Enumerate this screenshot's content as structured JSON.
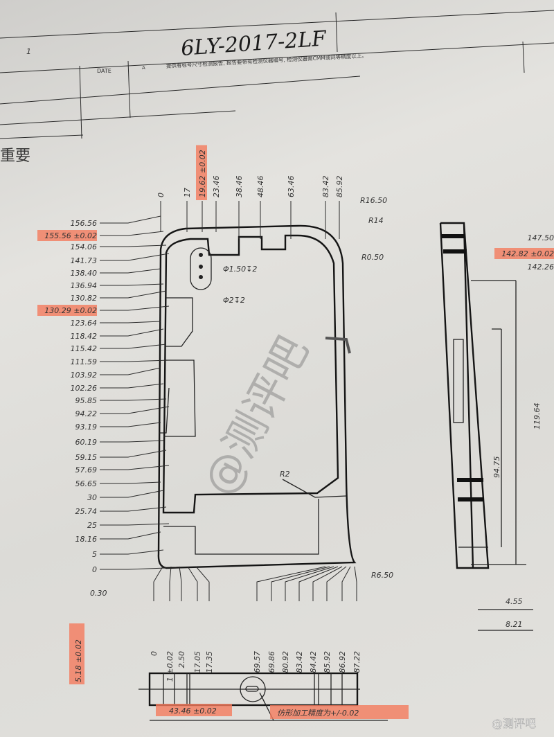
{
  "header": {
    "row_number": "1",
    "date_label": "DATE",
    "revision": "A",
    "note": "提供有标号尺寸检测报告, 报告要带有检测仪器编号, 检测仪器需CMM或同等精度以上。",
    "handwritten_code": "6LY-2017-2LF"
  },
  "heading": "重要",
  "top_dims": [
    "0",
    "17",
    "19.62 ±0.02",
    "23.46",
    "38.46",
    "48.46",
    "63.46",
    "83.42",
    "85.92"
  ],
  "left_dims": [
    "156.56",
    "155.56 ±0.02",
    "154.06",
    "141.73",
    "138.40",
    "136.94",
    "130.82",
    "130.29 ±0.02",
    "123.64",
    "118.42",
    "115.42",
    "111.59",
    "103.92",
    "102.26",
    "95.85",
    "94.22",
    "93.19",
    "60.19",
    "59.15",
    "57.69",
    "56.65",
    "30",
    "25.74",
    "25",
    "18.16",
    "5",
    "0"
  ],
  "bottom_dims": [
    "0",
    "1 ±0.02",
    "2.50",
    "17.05",
    "17.35",
    "69.57",
    "69.86",
    "80.92",
    "83.42",
    "84.42",
    "85.92",
    "86.92",
    "87.22"
  ],
  "right_dims": [
    "147.50",
    "142.82 ±0.02",
    "142.26"
  ],
  "side_view": {
    "inner_height": "94.75",
    "outer_height": "119.64",
    "width_a": "4.55",
    "width_b": "8.21"
  },
  "callouts": {
    "r16_50": "R16.50",
    "r14": "R14",
    "r0_50": "R0.50",
    "hole_a": "Φ1.50↧2",
    "hole_b": "Φ2↧2",
    "r2": "R2",
    "r6_50": "R6.50",
    "gap": "0.30",
    "thickness": "5.18 ±0.02",
    "bottom_width": "43.46 ±0.02",
    "tolerance_note": "仿形加工精度为+/-0.02"
  },
  "watermark": "@测评吧",
  "credit": "@测评吧",
  "colors": {
    "highlight": "#f47a5c",
    "ink": "#222222"
  }
}
